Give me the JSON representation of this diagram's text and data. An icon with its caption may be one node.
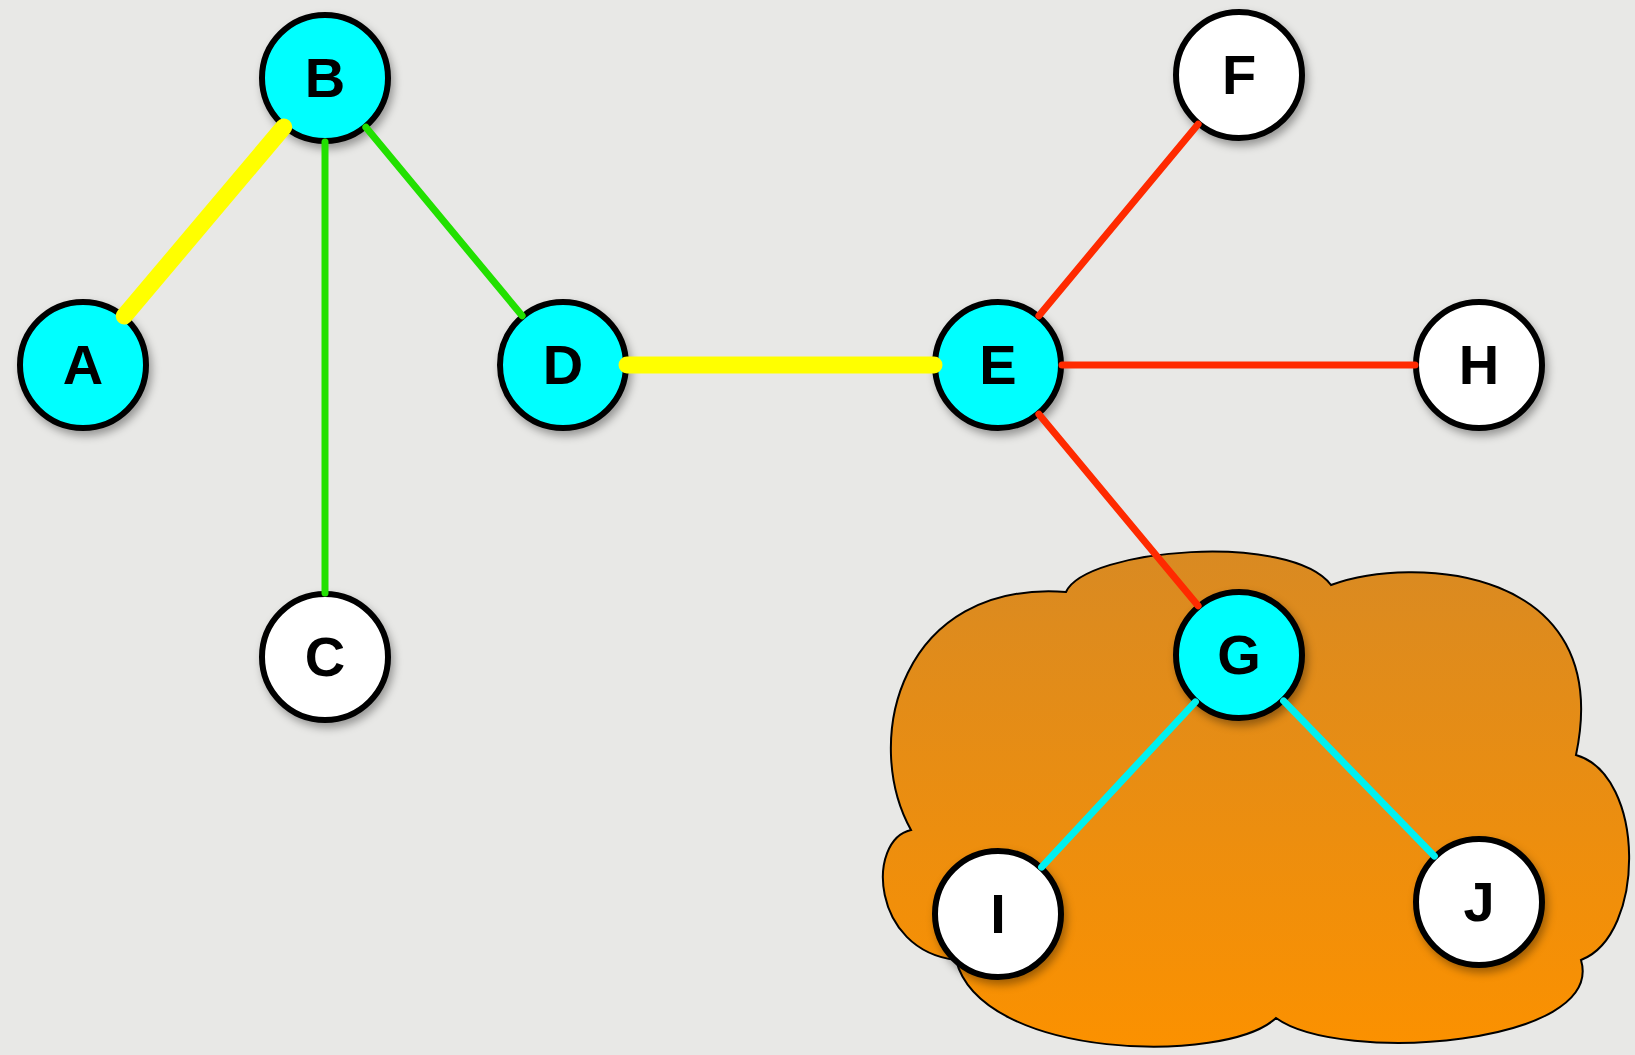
{
  "diagram": {
    "nodes": [
      {
        "text": [
          "A"
        ]
      },
      {
        "text": [
          "B"
        ]
      },
      {
        "text": [
          "C"
        ]
      },
      {
        "text": [
          "D"
        ]
      },
      {
        "text": [
          "E"
        ]
      },
      {
        "text": [
          "F"
        ]
      },
      {
        "text": [
          "H"
        ]
      },
      {
        "text": [],
        "shape": "cloud"
      },
      {
        "text": [
          "G"
        ],
        "in": 7
      },
      {
        "text": [
          "I"
        ],
        "in": 7
      },
      {
        "text": [
          "J"
        ],
        "in": 7
      }
    ],
    "edges": [
      {
        "from": 0,
        "to": 1,
        "arrow": "none",
        "style": "thick",
        "color": "#ffff00"
      },
      {
        "from": 1,
        "to": 2,
        "arrow": "none",
        "color": "#22e000"
      },
      {
        "from": 1,
        "to": 3,
        "arrow": "none",
        "color": "#22e000"
      },
      {
        "from": 3,
        "to": 4,
        "arrow": "none",
        "style": "thick",
        "color": "#ffff00"
      },
      {
        "from": 4,
        "to": 5,
        "arrow": "none",
        "color": "#ff2a00"
      },
      {
        "from": 4,
        "to": 6,
        "arrow": "none",
        "color": "#ff2a00"
      },
      {
        "from": 4,
        "to": 8,
        "arrow": "none",
        "color": "#ff2a00"
      },
      {
        "from": 8,
        "to": 9,
        "arrow": "none",
        "color": "#00f0f0"
      },
      {
        "from": 8,
        "to": 10,
        "arrow": "none",
        "color": "#00f0f0"
      }
    ]
  }
}
